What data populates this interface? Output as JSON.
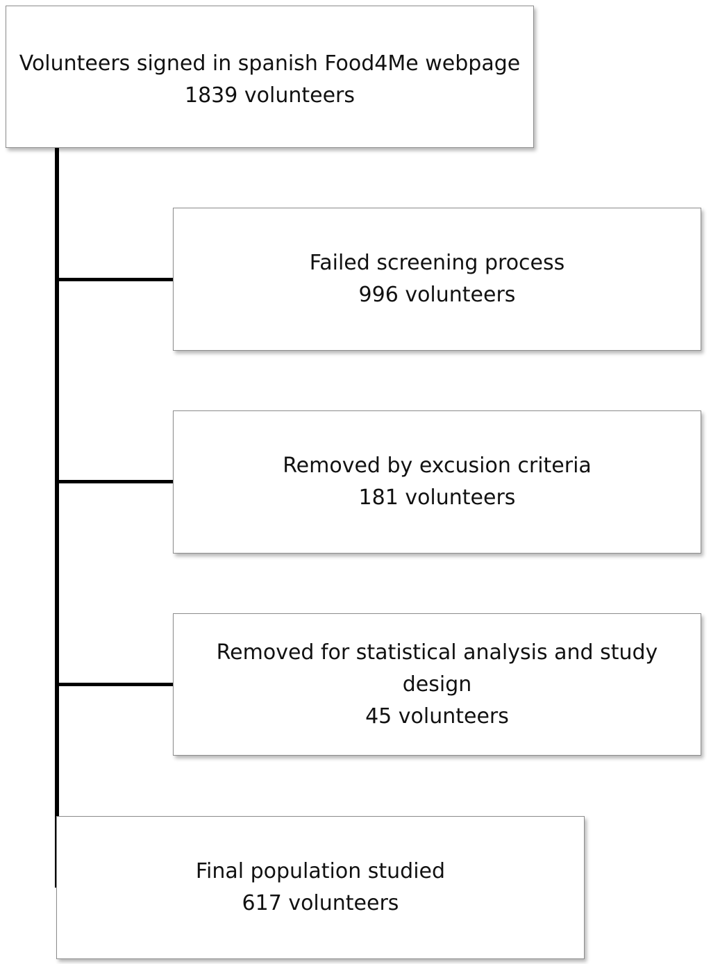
{
  "flowchart": {
    "nodes": [
      {
        "id": "signed",
        "title": "Volunteers signed in spanish Food4Me webpage",
        "count": "1839 volunteers"
      },
      {
        "id": "screening",
        "title": "Failed screening process",
        "count": "996 volunteers"
      },
      {
        "id": "exclusion",
        "title": "Removed by excusion criteria",
        "count": "181 volunteers"
      },
      {
        "id": "statistical",
        "title": "Removed for statistical analysis and study design",
        "count": "45 volunteers"
      },
      {
        "id": "final",
        "title": "Final population studied",
        "count": "617 volunteers"
      }
    ],
    "edges": [
      {
        "from": "signed",
        "to": "screening"
      },
      {
        "from": "signed",
        "to": "exclusion"
      },
      {
        "from": "signed",
        "to": "statistical"
      },
      {
        "from": "signed",
        "to": "final"
      }
    ]
  }
}
